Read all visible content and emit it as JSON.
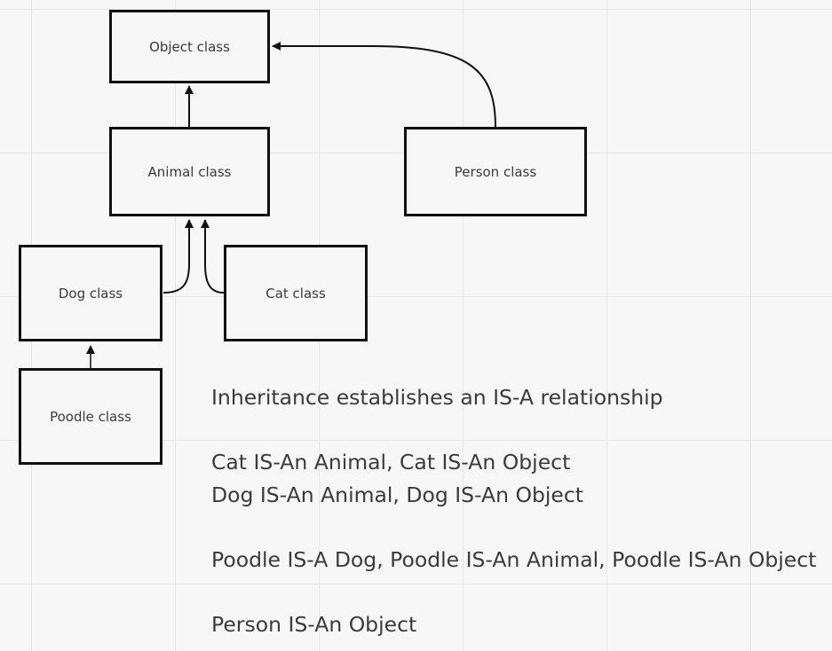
{
  "diagram": {
    "boxes": {
      "object": "Object class",
      "animal": "Animal class",
      "person": "Person class",
      "dog": "Dog class",
      "cat": "Cat class",
      "poodle": "Poodle class"
    },
    "notes": [
      "Inheritance establishes an IS-A relationship",
      "",
      "Cat IS-An Animal, Cat IS-An Object",
      "Dog IS-An Animal, Dog IS-An Object",
      "",
      "Poodle IS-A Dog, Poodle IS-An Animal, Poodle IS-An Object",
      "",
      "Person IS-An Object"
    ]
  },
  "colors": {
    "border": "#111111",
    "text": "#3a3a3a",
    "background": "#f7f7f7",
    "grid": "#e6e6e6"
  }
}
